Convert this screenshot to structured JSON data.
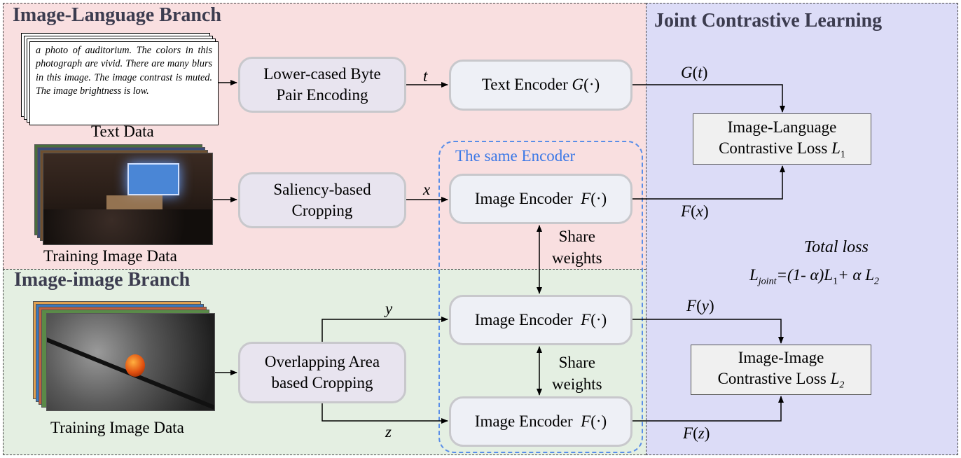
{
  "sections": {
    "image_language": "Image-Language Branch",
    "image_image": "Image-image Branch",
    "joint": "Joint Contrastive Learning"
  },
  "text_data": {
    "caption": "a photo of auditorium. The colors in this photograph are vivid. There are many blurs in this image. The image contrast is muted. The image brightness is low.",
    "label": "Text Data"
  },
  "training_image_data_top": "Training Image Data",
  "training_image_data_bottom": "Training Image Data",
  "processing": {
    "bpe_line1": "Lower-cased Byte",
    "bpe_line2": "Pair Encoding",
    "saliency_line1": "Saliency-based",
    "saliency_line2": "Cropping",
    "overlap_line1": "Overlapping Area",
    "overlap_line2": "based Cropping"
  },
  "encoders": {
    "text": "Text Encoder",
    "text_fn": "G",
    "image": "Image Encoder",
    "image_fn": "F",
    "arg": "(·)",
    "same_encoder": "The same Encoder"
  },
  "share_weights": {
    "line1": "Share",
    "line2": "weights"
  },
  "variables": {
    "t": "t",
    "x": "x",
    "y": "y",
    "z": "z"
  },
  "outputs": {
    "G": "G",
    "F": "F",
    "lp": "(",
    "rp": ")"
  },
  "losses": {
    "il_line1": "Image-Language",
    "il_line2": "Contrastive Loss",
    "il_symbol": "L",
    "il_sub": "1",
    "ii_line1": "Image-Image",
    "ii_line2": "Contrastive Loss",
    "ii_symbol": "L",
    "ii_sub": "2"
  },
  "total_loss": {
    "title": "Total loss",
    "L": "L",
    "joint_sub": "joint",
    "eq": "=(1- α)",
    "L1": "L",
    "sub1": "1",
    "plus": "+  α",
    "L2": "L",
    "sub2": "2"
  },
  "colors": {
    "image_language_bg": "#f9dfe0",
    "image_image_bg": "#e4efe2",
    "joint_bg": "#dcdcf7",
    "same_encoder": "#3c78e6"
  }
}
